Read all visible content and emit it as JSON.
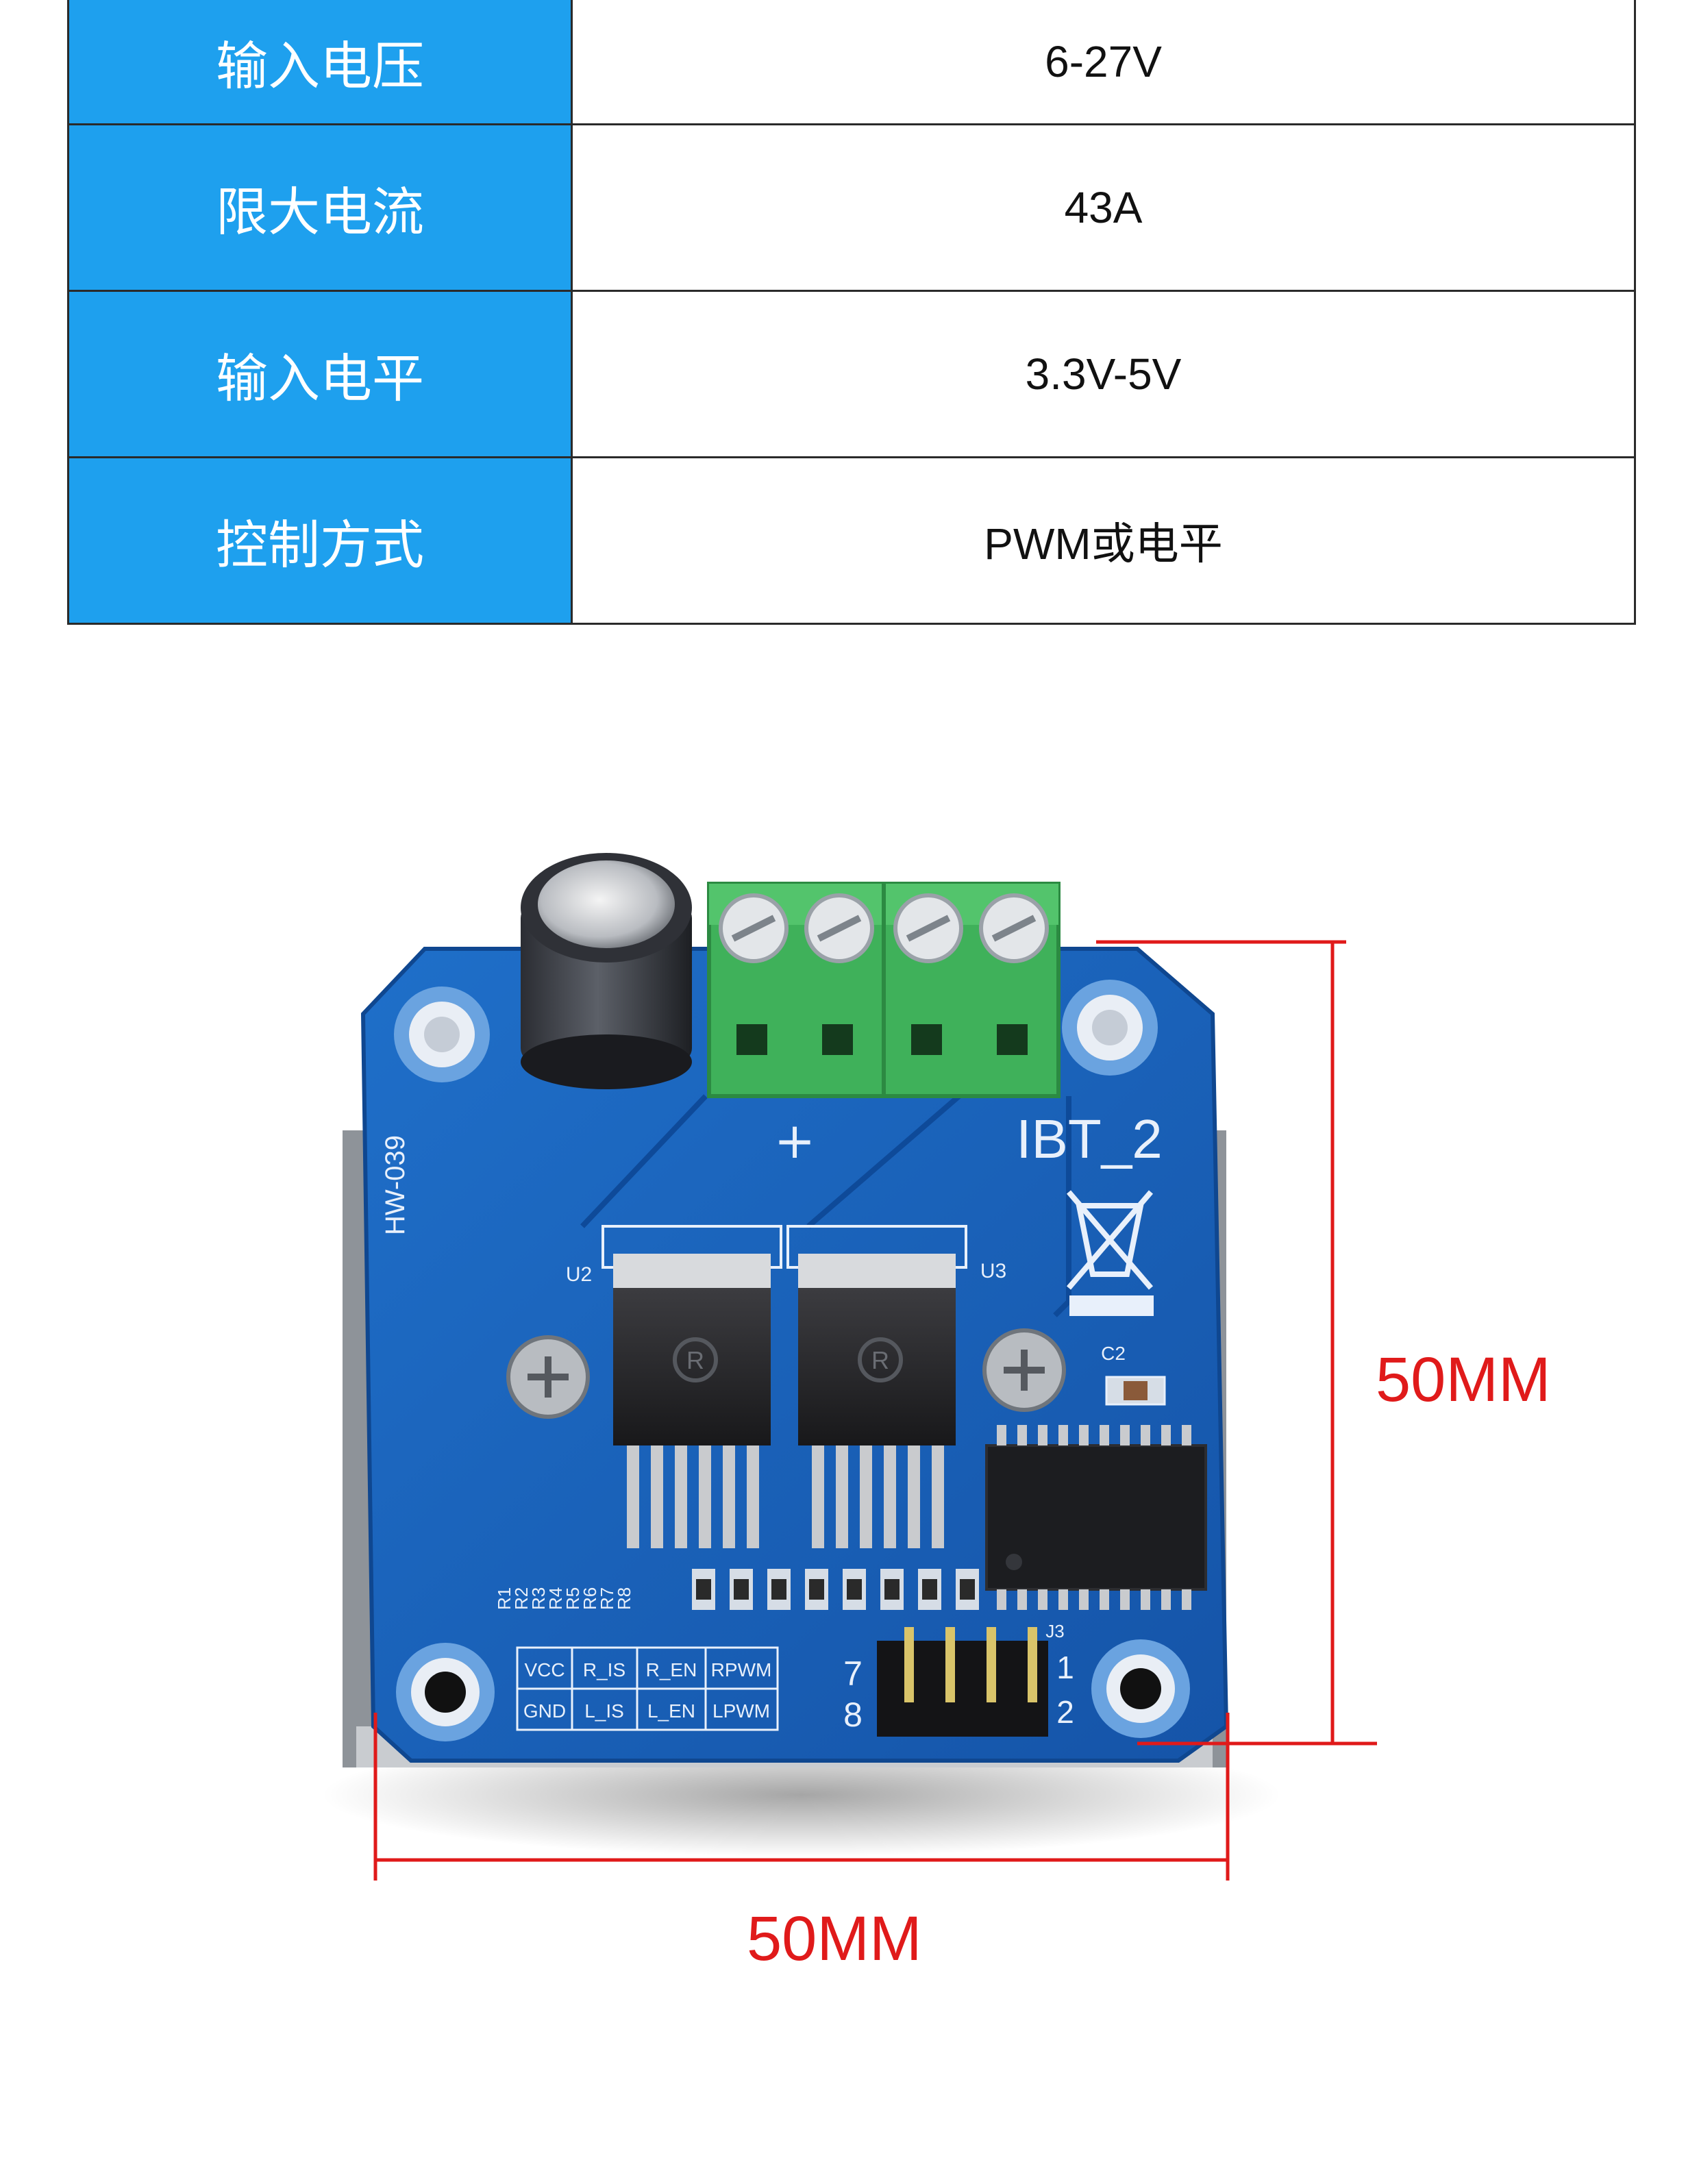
{
  "specs": [
    {
      "label": "输入电压",
      "value": "6-27V"
    },
    {
      "label": "限大电流",
      "value": "43A"
    },
    {
      "label": "输入电平",
      "value": "3.3V-5V"
    },
    {
      "label": "控制方式",
      "value": "PWM或电平"
    }
  ],
  "board": {
    "model": "IBT_2",
    "code": "HW-039",
    "polarity": "+",
    "refs": {
      "u2": "U2",
      "u3": "U3",
      "c2": "C2",
      "j3": "J3"
    },
    "resistors": [
      "R1",
      "R2",
      "R3",
      "R4",
      "R5",
      "R6",
      "R7",
      "R8"
    ],
    "chip_mark": "R",
    "pins_row1": [
      "VCC",
      "R_IS",
      "R_EN",
      "RPWM"
    ],
    "pins_row2": [
      "GND",
      "L_IS",
      "L_EN",
      "LPWM"
    ],
    "pin_nums": {
      "n7": "7",
      "n8": "8",
      "n1": "1",
      "n2": "2"
    }
  },
  "dimensions": {
    "height": "50MM",
    "width": "50MM"
  },
  "colors": {
    "header_blue": "#1ea0ee",
    "pcb_blue": "#1560b8",
    "terminal_green": "#3fb15a",
    "dimension_red": "#e01a1a"
  }
}
